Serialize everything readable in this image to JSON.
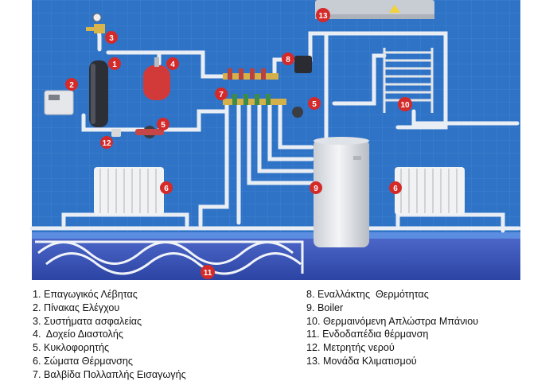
{
  "badges": [
    "1",
    "2",
    "3",
    "4",
    "5",
    "5",
    "6",
    "6",
    "7",
    "8",
    "9",
    "10",
    "11",
    "12",
    "13"
  ],
  "legend": {
    "left": [
      "1. Επαγωγικός Λέβητας",
      "2. Πίνακας Ελέγχου",
      "3. Συστήματα ασφαλείας",
      "4.  Δοχείο Διαστολής",
      "5. Κυκλοφορητής",
      "6. Σώματα Θέρμανσης",
      "7. Βαλβίδα Πολλαπλής Εισαγωγής"
    ],
    "right": [
      "8. Εναλλάκτης  Θερμότητας",
      "9. Boiler",
      "10. Θερμαινόμενη Απλώστρα Μπάνιου",
      "11. Ενδοδαπέδια θέρμανση",
      "12. Μετρητής νερού",
      "13. Μονάδα Κλιματισμού"
    ]
  },
  "colors": {
    "wall": "#2f73c6",
    "floor": "#3a56b8",
    "badge": "#d42a2a",
    "pipe": "#e9eef5"
  }
}
